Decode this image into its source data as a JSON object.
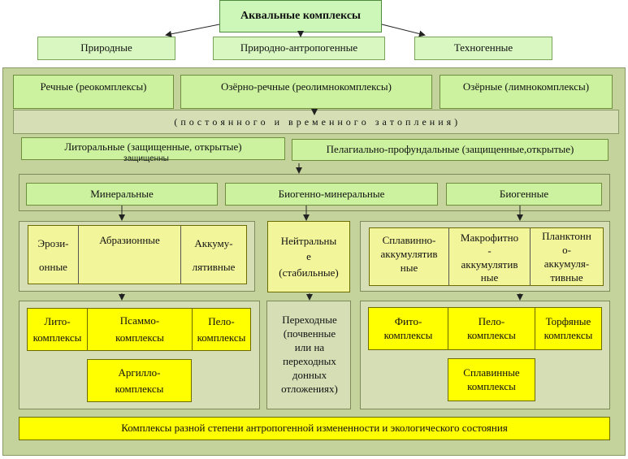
{
  "top": {
    "title": "Аквальные комплексы"
  },
  "level1": [
    "Природные",
    "Природно-антропогенные",
    "Техногенные"
  ],
  "water_types": [
    "Речные (реокомплексы)",
    "Озёрно-речные (реолимнокомплексы)",
    "Озёрные (лимнокомплексы)"
  ],
  "flooding": "( п о с т о я н н о г о   и   в р е м е н н о г о   з а т о п л е н и я )",
  "littoral": {
    "main": "Литоральные (защищенные, открытые)",
    "extra": "защищенны"
  },
  "pelagial": "Пелагиально-профундальные (защищенные,открытые)",
  "substrate": [
    "Минеральные",
    "Биогенно-минеральные",
    "Биогенные"
  ],
  "mineral_processes": [
    "Эрози-\nонные",
    "Абразионные",
    "Аккуму-\nлятивные"
  ],
  "neutral": "Нейтральны\nе\n(стабильные)",
  "biogenic_processes": [
    "Сплавинно-\nаккумулятив\nные",
    "Макрофитно\n-\nаккумулятив\nные",
    "Планктонн\nо-\nаккумуля-\nтивные"
  ],
  "mineral_complexes": [
    "Лито-\nкомплексы",
    "Псаммо-\nкомплексы",
    "Пело-\nкомплексы",
    "Аргилло-\nкомплексы"
  ],
  "transitional": "Переходные\n(почвенные\nили на\nпереходных\nдонных\nотложениях)",
  "biogenic_complexes": [
    "Фито-\nкомплексы",
    "Пело-\nкомплексы",
    "Торфяные\nкомплексы",
    "Сплавинные\nкомплексы"
  ],
  "bottom": "Комплексы разной степени антропогенной измененности и экологического состояния"
}
